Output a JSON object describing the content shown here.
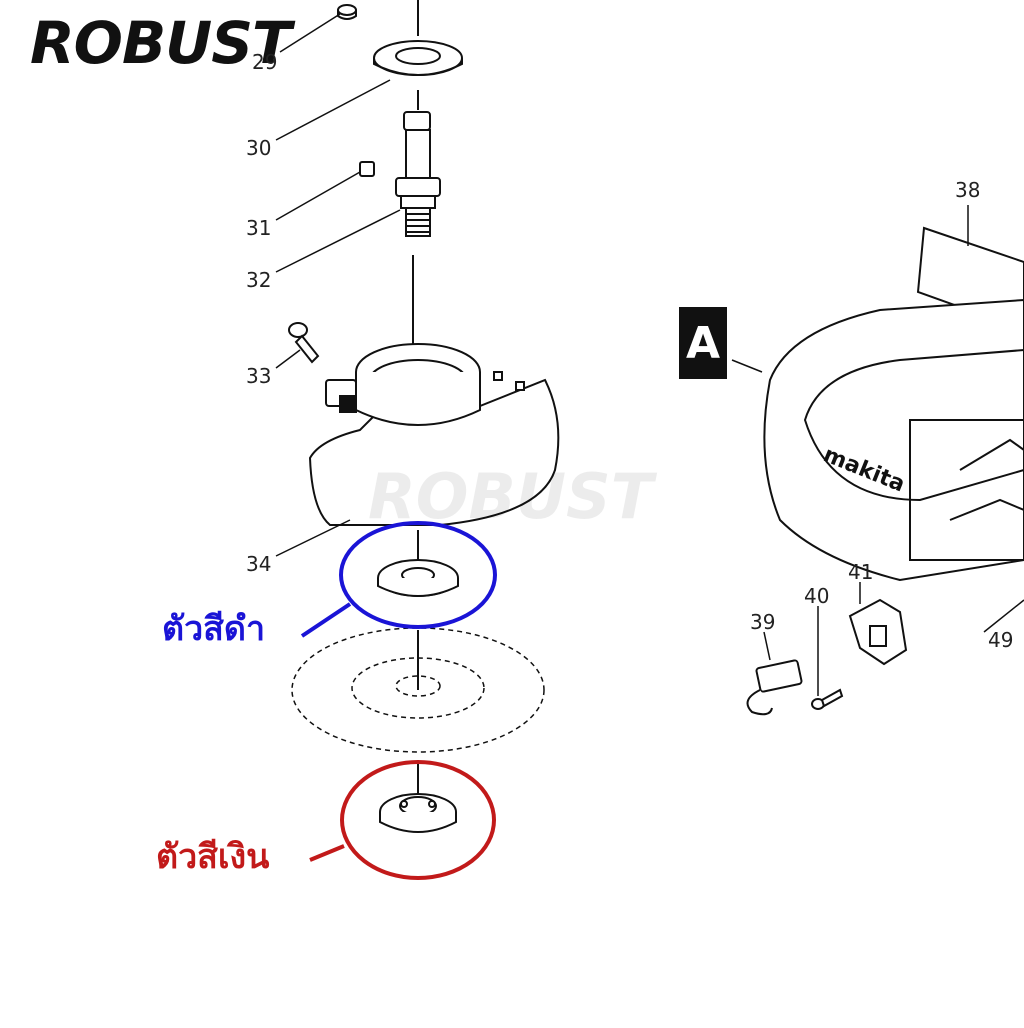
{
  "brand": {
    "logo_text": "ROBUST",
    "watermark_text": "ROBUST"
  },
  "diagram": {
    "section_label": "A",
    "motor_logo_text": "makita",
    "part_numbers": {
      "p29": "29",
      "p30": "30",
      "p31": "31",
      "p32": "32",
      "p33": "33",
      "p34": "34",
      "p38": "38",
      "p39": "39",
      "p40": "40",
      "p41": "41",
      "p49": "49"
    }
  },
  "callouts": {
    "black_part": {
      "label": "ตัวสีดำ",
      "color": "#1a14d6"
    },
    "silver_part": {
      "label": "ตัวสีเงิน",
      "color": "#c21a1a"
    }
  }
}
